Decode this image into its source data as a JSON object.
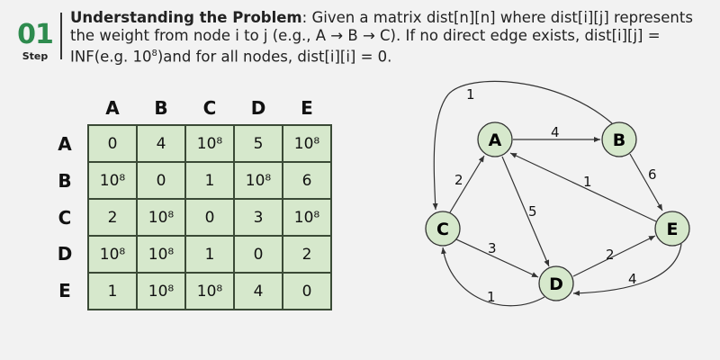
{
  "step": {
    "number": "01",
    "label": "Step"
  },
  "description": {
    "title": "Understanding the Problem",
    "text1": ": Given a matrix dist[n][n] where dist[i][j] represents the weight from node i to j (e.g., A → B → C). If no direct edge exists, dist[i][j] = INF(e.g. 10",
    "sup": "8",
    "text2": ")and for all nodes, dist[i][i] = 0."
  },
  "matrix": {
    "columns": [
      "A",
      "B",
      "C",
      "D",
      "E"
    ],
    "rows": [
      "A",
      "B",
      "C",
      "D",
      "E"
    ],
    "values": [
      [
        "0",
        "4",
        "10⁸",
        "5",
        "10⁸"
      ],
      [
        "10⁸",
        "0",
        "1",
        "10⁸",
        "6"
      ],
      [
        "2",
        "10⁸",
        "0",
        "3",
        "10⁸"
      ],
      [
        "10⁸",
        "10⁸",
        "1",
        "0",
        "2"
      ],
      [
        "1",
        "10⁸",
        "10⁸",
        "4",
        "0"
      ]
    ]
  },
  "graph": {
    "nodes": [
      "A",
      "B",
      "C",
      "D",
      "E"
    ],
    "edges": [
      {
        "from": "A",
        "to": "B",
        "weight": "4"
      },
      {
        "from": "B",
        "to": "E",
        "weight": "6"
      },
      {
        "from": "E",
        "to": "A",
        "weight": "1"
      },
      {
        "from": "C",
        "to": "A",
        "weight": "2"
      },
      {
        "from": "A",
        "to": "D",
        "weight": "5"
      },
      {
        "from": "C",
        "to": "D",
        "weight": "3"
      },
      {
        "from": "D",
        "to": "E",
        "weight": "2"
      },
      {
        "from": "E",
        "to": "D",
        "weight": "4"
      },
      {
        "from": "D",
        "to": "C",
        "weight": "1"
      },
      {
        "from": "B",
        "to": "C",
        "weight": "1"
      }
    ]
  }
}
